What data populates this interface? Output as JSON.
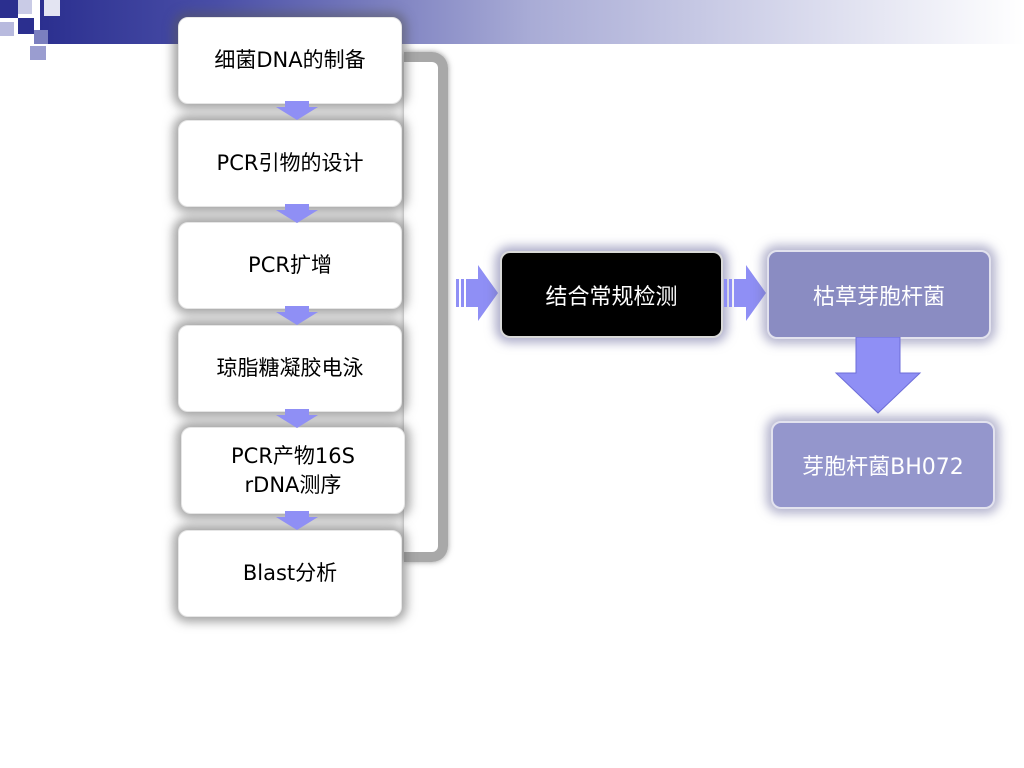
{
  "steps": [
    {
      "label": "细菌DNA的制备"
    },
    {
      "label": "PCR引物的设计"
    },
    {
      "label": "PCR扩增"
    },
    {
      "label": "琼脂糖凝胶电泳"
    },
    {
      "label": "PCR产物16S\nrDNA测序"
    },
    {
      "label": "Blast分析"
    }
  ],
  "center_box": {
    "label": "结合常规检测"
  },
  "species_box": {
    "label": "枯草芽胞杆菌"
  },
  "strain_box": {
    "label": "芽胞杆菌BH072"
  },
  "colors": {
    "arrow_fill": "#8f8ff5",
    "center_box_bg": "#000000",
    "species_box_bg": "#8a8cc2",
    "strain_box_bg": "#9496cc",
    "bracket": "#a8a8a8"
  }
}
